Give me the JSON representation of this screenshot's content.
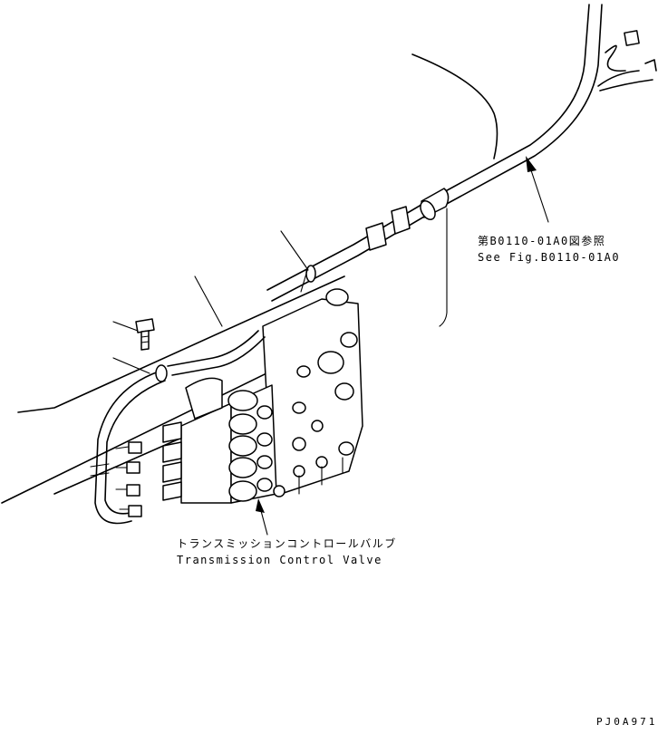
{
  "callouts": {
    "reference": {
      "jp": "第B0110-01A0図参照",
      "en": "See Fig.B0110-01A0"
    },
    "valve": {
      "jp": "トランスミッションコントロールバルブ",
      "en": "Transmission Control Valve"
    }
  },
  "drawing_code": "PJ0A971"
}
